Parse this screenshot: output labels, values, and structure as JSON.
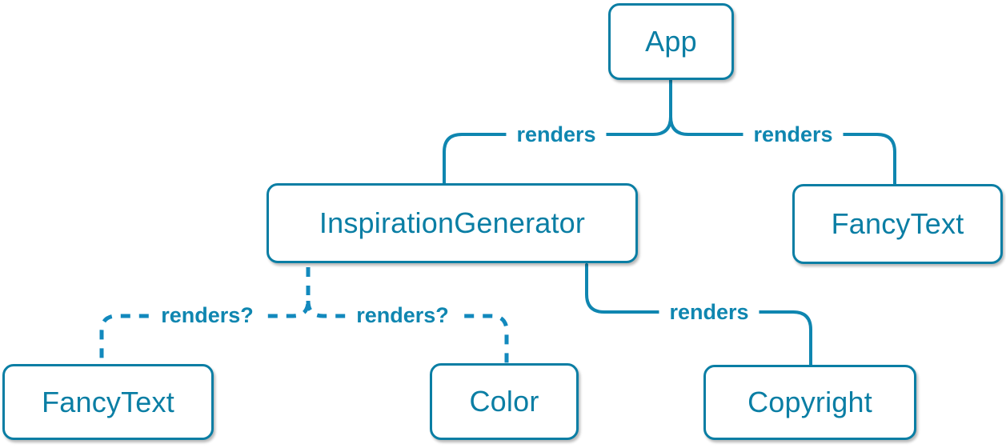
{
  "diagram": {
    "type": "component-render-tree",
    "colors": {
      "node": "#0a7ea4",
      "solid_line": "#0f86b0",
      "dashed_line": "#1289bd",
      "node_background": "#ffffff"
    },
    "nodes": [
      {
        "id": "app",
        "label": "App"
      },
      {
        "id": "inspiration-generator",
        "label": "InspirationGenerator"
      },
      {
        "id": "fancy-text-top",
        "label": "FancyText"
      },
      {
        "id": "fancy-text-bottom",
        "label": "FancyText"
      },
      {
        "id": "color",
        "label": "Color"
      },
      {
        "id": "copyright",
        "label": "Copyright"
      }
    ],
    "edges": [
      {
        "from": "app",
        "to": "inspiration-generator",
        "label": "renders",
        "style": "solid"
      },
      {
        "from": "app",
        "to": "fancy-text-top",
        "label": "renders",
        "style": "solid"
      },
      {
        "from": "inspiration-generator",
        "to": "fancy-text-bottom",
        "label": "renders?",
        "style": "dashed"
      },
      {
        "from": "inspiration-generator",
        "to": "color",
        "label": "renders?",
        "style": "dashed"
      },
      {
        "from": "inspiration-generator",
        "to": "copyright",
        "label": "renders",
        "style": "solid"
      }
    ]
  }
}
